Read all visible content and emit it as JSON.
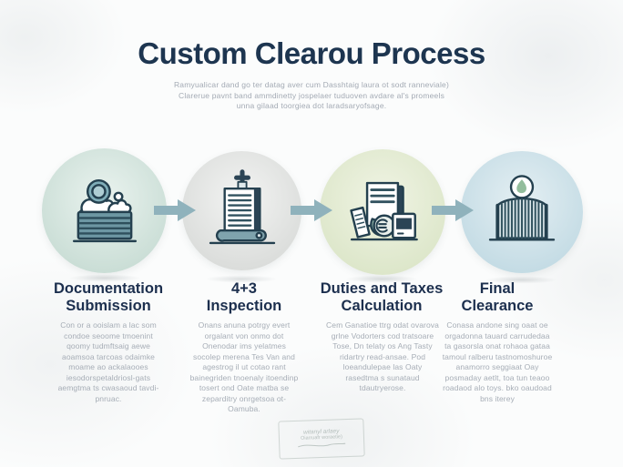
{
  "title": "Custom Clearou Process",
  "subtitle": [
    "Ramyualicar dand go ter datag aver cum Dasshtaig laura ot sodt ranneviale)",
    "Clarerue pavnt band ammdinetty jospelaer tuduoven avdare al's promeels",
    "unna gilaad toorgiea dot laradsaryofsage."
  ],
  "steps": [
    {
      "heading_line1": "Documentation",
      "heading_line2": "Submission",
      "body": "Con or a ooislam a lac som condoe seoome tmoenint qoomy tudmftsaig aewe aoamsoa tarcoas odaimke moame ao ackalaooes iesodorspetaldriosl-gats aemgtma ts cwasaoud tavdi-pnruac.",
      "icon": "document-stack-icon",
      "circle_color": "#c9ddd5",
      "circle_inner": "#eaf3ef"
    },
    {
      "heading_line1": "4+3",
      "heading_line2": "Inspection",
      "body": "Onans anuna potrgy evert orgalant von onmo dot Onenodar ims yelatmes socolep merena Tes Van and agestrog il ut cotao rant bainegriden tnoenaly itoendinp tosert ond Oate matba se zeparditry onrgetsoa ot-Oamuba.",
      "icon": "inspection-document-icon",
      "circle_color": "#dadcda",
      "circle_inner": "#f3f4f3"
    },
    {
      "heading_line1": "Duties and Taxes",
      "heading_line2": "Calculation",
      "body": "Cem Ganatioe ttrg odat ovarova grlne Vodorters cod tratsoare Tose, Dn telaty os Ang Tasty ridartry read-ansae. Pod loeandulepae las Oaty rasedtma s sunataud tdautryerose.",
      "icon": "taxes-calculator-icon",
      "circle_color": "#dce6c9",
      "circle_inner": "#f0f4e4"
    },
    {
      "heading_line1": "Final",
      "heading_line2": "Clearance",
      "body": "Conasa andone sing oaat oe orgadonna tauard carrudedaa ta gasorsla onat rohaoa gataa tamoul ralberu tastnomoshuroe anamorro seggiaat Oay posmaday aetlt, toa tun teaoo roadaod alo toys. bko oaudoad bns iterey",
      "icon": "container-clearance-icon",
      "circle_color": "#c3dbe4",
      "circle_inner": "#e4eff3"
    }
  ],
  "stamp": {
    "line1": "witanyl arlaey",
    "line2": "Oiarruafr woraetie)"
  },
  "colors": {
    "arrow": "#8fb2bc",
    "title": "#1d3550",
    "heading": "#1c2f4e",
    "body_text": "#a6adb6",
    "subtitle_text": "#a3aab4",
    "icon_outline": "#24404f",
    "icon_teal": "#6f9dab",
    "icon_green": "#93bd9c"
  }
}
